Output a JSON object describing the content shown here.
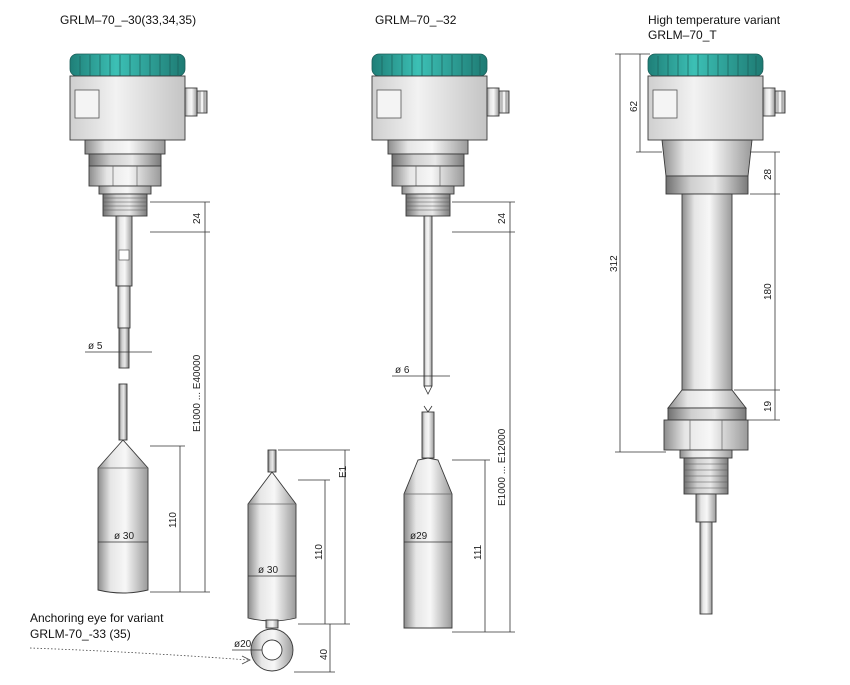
{
  "titles": {
    "variant_a": "GRLM–70_–30(33,34,35)",
    "variant_b": "GRLM–70_–32",
    "variant_c_line1": "High temperature variant",
    "variant_c_line2": "GRLM–70_T"
  },
  "anchor_note": {
    "line1": "Anchoring eye for variant",
    "line2": "GRLM-70_-33 (35)"
  },
  "dimensions": {
    "a_thread": "24",
    "a_rod_dia": "ø 5",
    "a_range": "E1000 ... E40000",
    "a_weight_len": "110",
    "a_weight_dia": "ø 30",
    "eye_E1": "E1",
    "eye_weight_len": "110",
    "eye_weight_dia": "ø 30",
    "eye_dia": "ø20",
    "eye_len": "40",
    "b_thread": "24",
    "b_rod_dia": "ø 6",
    "b_range": "E1000 ... E12000",
    "b_weight_len": "111",
    "b_weight_dia": "ø29",
    "c_head": "62",
    "c_total": "312",
    "c_neck": "28",
    "c_tube": "180",
    "c_bottom": "19"
  },
  "colors": {
    "cap_teal": "#2aa39a",
    "housing_grey": "#e2e2e2",
    "metal_dark": "#a9a9a9"
  }
}
